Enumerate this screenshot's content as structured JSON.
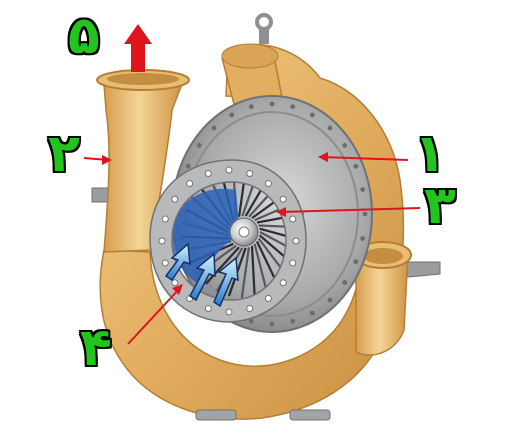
{
  "labels": {
    "l1": "۱",
    "l2": "۲",
    "l3": "۳",
    "l4": "۴",
    "l5": "۵"
  },
  "colors": {
    "label_fill": "#22c41d",
    "label_outline": "#000000",
    "pointer": "#e0141c",
    "volute": "#e6b66a",
    "casing": "#a9abad",
    "impeller_blue": "#2c62b8"
  }
}
